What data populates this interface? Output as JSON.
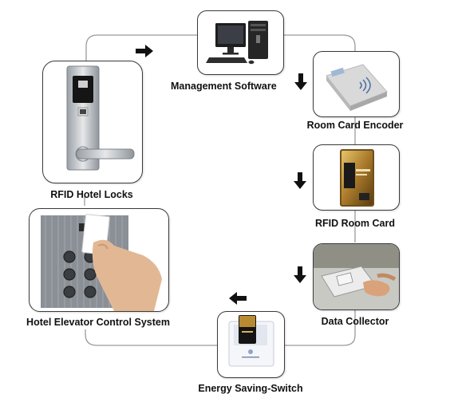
{
  "diagram": {
    "nodes": [
      {
        "id": "management-software",
        "label": "Management Software"
      },
      {
        "id": "room-card-encoder",
        "label": "Room Card Encoder"
      },
      {
        "id": "rfid-room-card",
        "label": "RFID Room Card"
      },
      {
        "id": "data-collector",
        "label": "Data Collector"
      },
      {
        "id": "energy-saving-switch",
        "label": "Energy Saving-Switch"
      },
      {
        "id": "hotel-elevator-control-system",
        "label": "Hotel Elevator Control System"
      },
      {
        "id": "rfid-hotel-locks",
        "label": "RFID Hotel Locks"
      }
    ],
    "flow_direction": "clockwise",
    "colors": {
      "border": "#3a3a3a",
      "arrow": "#111111",
      "connector": "#9a9a9a"
    }
  }
}
